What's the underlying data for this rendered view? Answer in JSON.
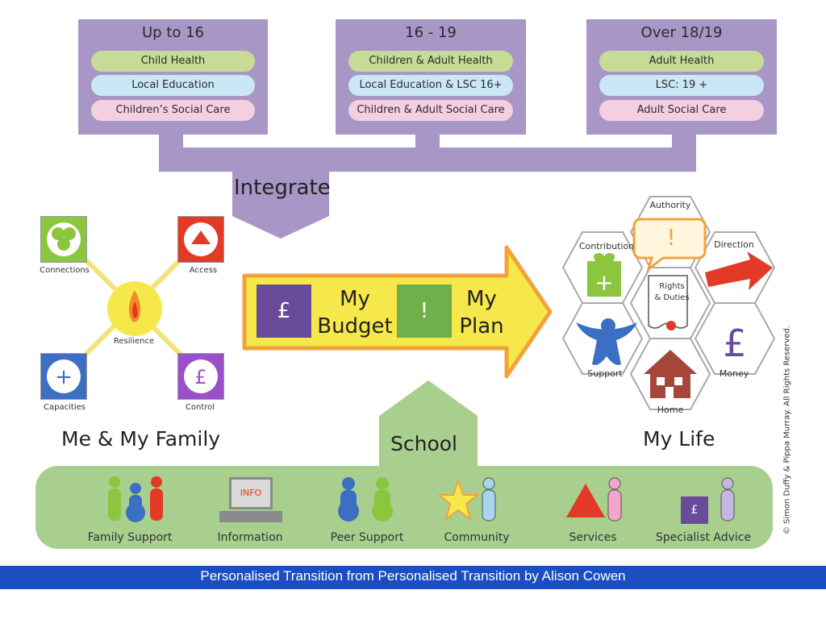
{
  "age_groups": [
    {
      "title": "Up to 16",
      "health": "Child Health",
      "education": "Local Education",
      "social": "Children’s Social Care"
    },
    {
      "title": "16 - 19",
      "health": "Children & Adult Health",
      "education": "Local Education & LSC 16+",
      "social": "Children & Adult Social Care"
    },
    {
      "title": "Over 18/19",
      "health": "Adult Health",
      "education": "LSC: 19 +",
      "social": "Adult Social Care"
    }
  ],
  "integrate_label": "Integrate",
  "me_family": {
    "title": "Me & My Family",
    "center": "Resilience",
    "connections": "Connections",
    "access": "Access",
    "capacities": "Capacities",
    "control": "Control",
    "pound_symbol": "£",
    "plus_symbol": "+"
  },
  "arrow": {
    "budget_icon": "£",
    "budget_line1": "My",
    "budget_line2": "Budget",
    "plan_icon": "!",
    "plan_line1": "My",
    "plan_line2": "Plan"
  },
  "my_life": {
    "title": "My Life",
    "authority": "Authority",
    "contribution": "Contribution",
    "direction": "Direction",
    "rights_line1": "Rights",
    "rights_line2": "& Duties",
    "support": "Support",
    "money": "Money",
    "home": "Home",
    "pound_symbol": "£",
    "exclaim_symbol": "!",
    "plus_symbol": "+"
  },
  "school_label": "School",
  "support_groups": [
    {
      "label": "Family Support"
    },
    {
      "label": "Information",
      "screen_text": "INFO"
    },
    {
      "label": "Peer Support"
    },
    {
      "label": "Community"
    },
    {
      "label": "Services"
    },
    {
      "label": "Specialist Advice",
      "box_symbol": "£"
    }
  ],
  "copyright": "© Simon Duffy & Pippa Murray. All Rights Reserved.",
  "footer": "Personalised Transition from Personalised Transition by Alison Cowen",
  "colors": {
    "purple": "#a796c6",
    "green_band": "#a8cf8e",
    "yellow": "#f6e84a",
    "orange": "#f2a23c",
    "footer_blue": "#1b4ec0"
  }
}
